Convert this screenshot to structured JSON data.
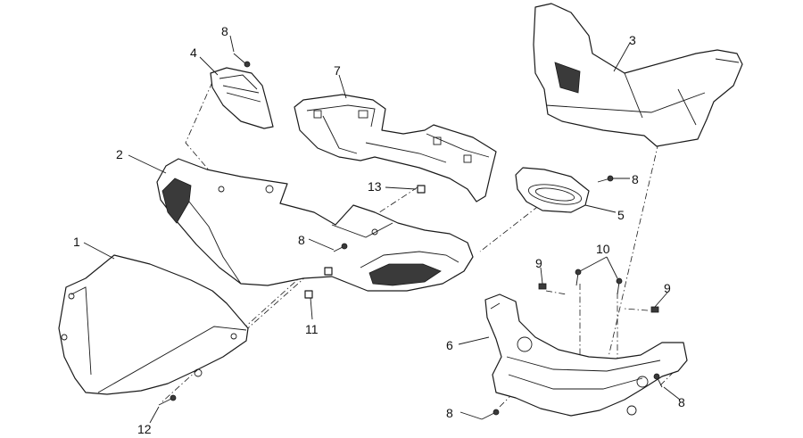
{
  "callouts": {
    "c1": "1",
    "c2": "2",
    "c3": "3",
    "c4": "4",
    "c5": "5",
    "c6": "6",
    "c7": "7",
    "c8a": "8",
    "c8b": "8",
    "c8c": "8",
    "c8d": "8",
    "c8e": "8",
    "c9a": "9",
    "c9b": "9",
    "c10": "10",
    "c11": "11",
    "c12": "12",
    "c13": "13"
  }
}
